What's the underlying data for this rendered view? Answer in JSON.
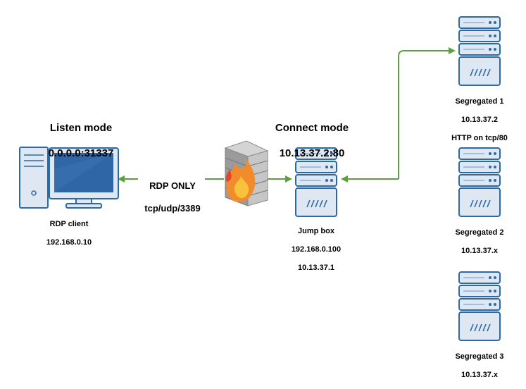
{
  "colors": {
    "server_fill": "#dfe8f2",
    "server_stroke": "#2a6aa8",
    "screen_fill": "#2f67a6",
    "arrow": "#5aa33a",
    "brick_gray": "#b9b9b9",
    "flame": "#f28b2c"
  },
  "icons": {
    "client": "desktop-computer-icon",
    "firewall": "firewall-icon",
    "server": "server-rack-icon"
  },
  "left_mode": {
    "title": "Listen mode",
    "address": "0.0.0.0:31337"
  },
  "right_mode": {
    "title": "Connect mode",
    "address": "10.13.37.2:80"
  },
  "client": {
    "name": "RDP client",
    "ip": "192.168.0.10"
  },
  "link": {
    "line1": "RDP ONLY",
    "line2": "tcp/udp/3389"
  },
  "jumpbox": {
    "name": "Jump box",
    "ip1": "192.168.0.100",
    "ip2": "10.13.37.1"
  },
  "segregated": [
    {
      "name": "Segregated 1",
      "ip": "10.13.37.2",
      "note": "HTTP on tcp/80"
    },
    {
      "name": "Segregated 2",
      "ip": "10.13.37.x",
      "note": ""
    },
    {
      "name": "Segregated 3",
      "ip": "10.13.37.x",
      "note": ""
    }
  ]
}
